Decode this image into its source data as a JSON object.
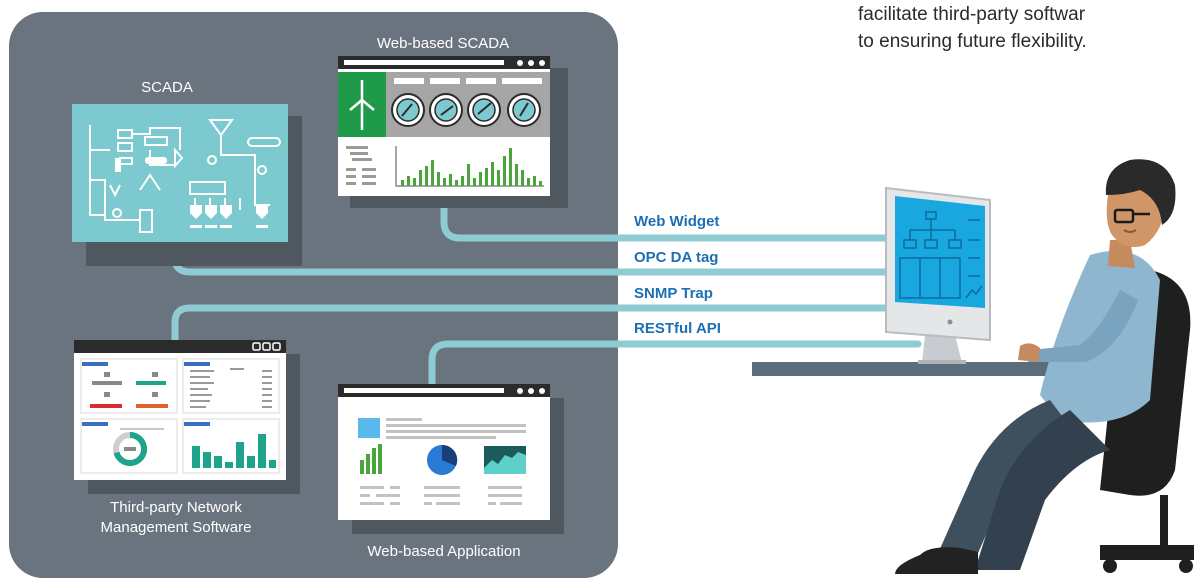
{
  "intro_text": {
    "line1": "facilitate third-party softwar",
    "line2": "to ensuring future flexibility."
  },
  "systems": {
    "web_scada": "Web-based SCADA",
    "scada": "SCADA",
    "third_party_line1": "Third-party Network",
    "third_party_line2": "Management Software",
    "web_application": "Web-based Application"
  },
  "connections": [
    {
      "label": "Web Widget"
    },
    {
      "label": "OPC DA tag"
    },
    {
      "label": "SNMP Trap"
    },
    {
      "label": "RESTful API"
    }
  ],
  "colors": {
    "panel": "#6a747e",
    "connector": "#8ecbd3",
    "label_blue": "#1d6fb5",
    "scada_teal": "#7cc9cf",
    "wind_green": "#1f9a48",
    "chart_green": "#4aa63a",
    "monitor_screen": "#19a7e0"
  }
}
